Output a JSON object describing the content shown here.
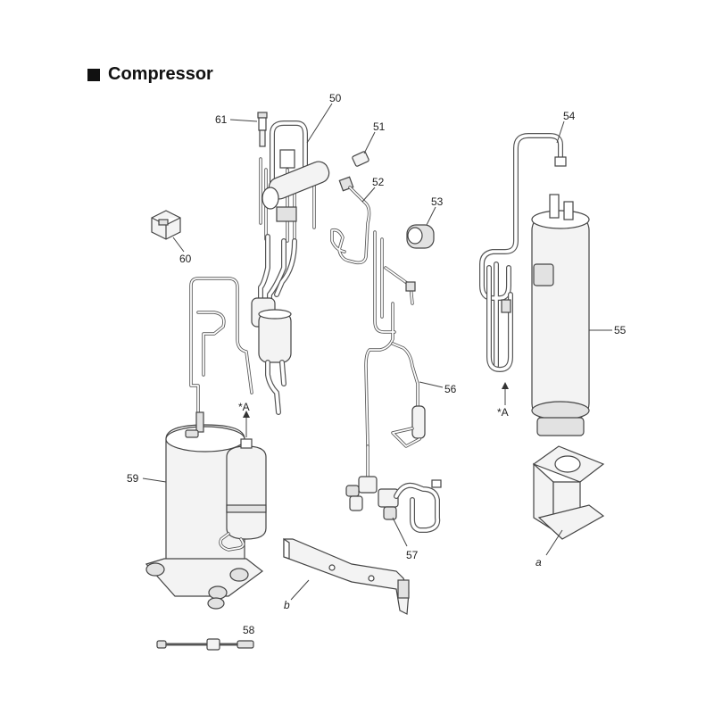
{
  "title": "Compressor",
  "parts": {
    "p50": "50",
    "p51": "51",
    "p52": "52",
    "p53": "53",
    "p54": "54",
    "p55": "55",
    "p56": "56",
    "p57": "57",
    "p58": "58",
    "p59": "59",
    "p60": "60",
    "p61": "61"
  },
  "refs": {
    "a": "a",
    "b": "b"
  },
  "connections": {
    "left_star": "*A",
    "right_star": "*A"
  },
  "icons": {
    "title_marker": "black-square-icon"
  }
}
